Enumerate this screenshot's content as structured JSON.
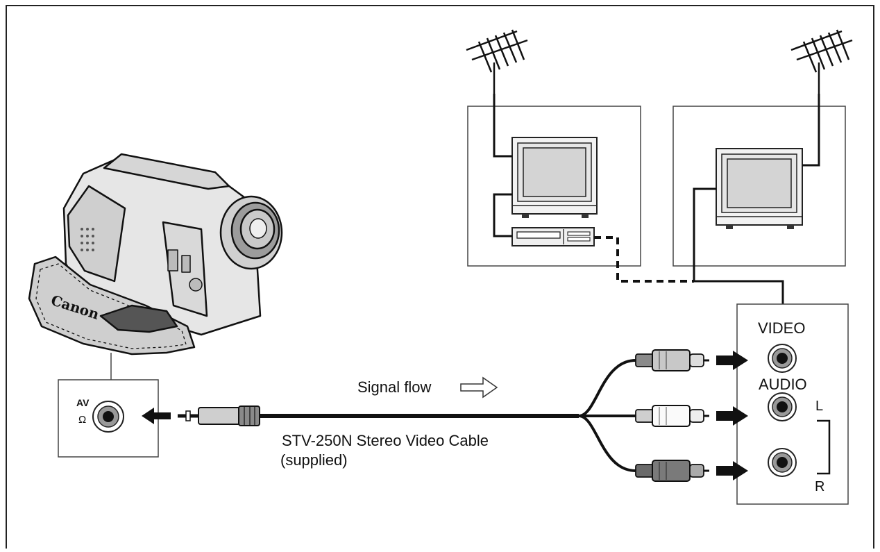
{
  "labels": {
    "signal_flow": "Signal flow",
    "cable_name": "STV-250N Stereo Video Cable",
    "cable_note": "(supplied)",
    "av": "AV",
    "headphone_symbol": "Ω",
    "video": "VIDEO",
    "audio": "AUDIO",
    "left": "L",
    "right": "R",
    "camera_brand": "Canon"
  },
  "icons": {
    "camcorder": "camcorder-icon",
    "antenna": "antenna-icon",
    "tv": "tv-icon",
    "vcr": "vcr-icon",
    "plug": "rca-plug-icon",
    "jack": "jack-icon"
  }
}
